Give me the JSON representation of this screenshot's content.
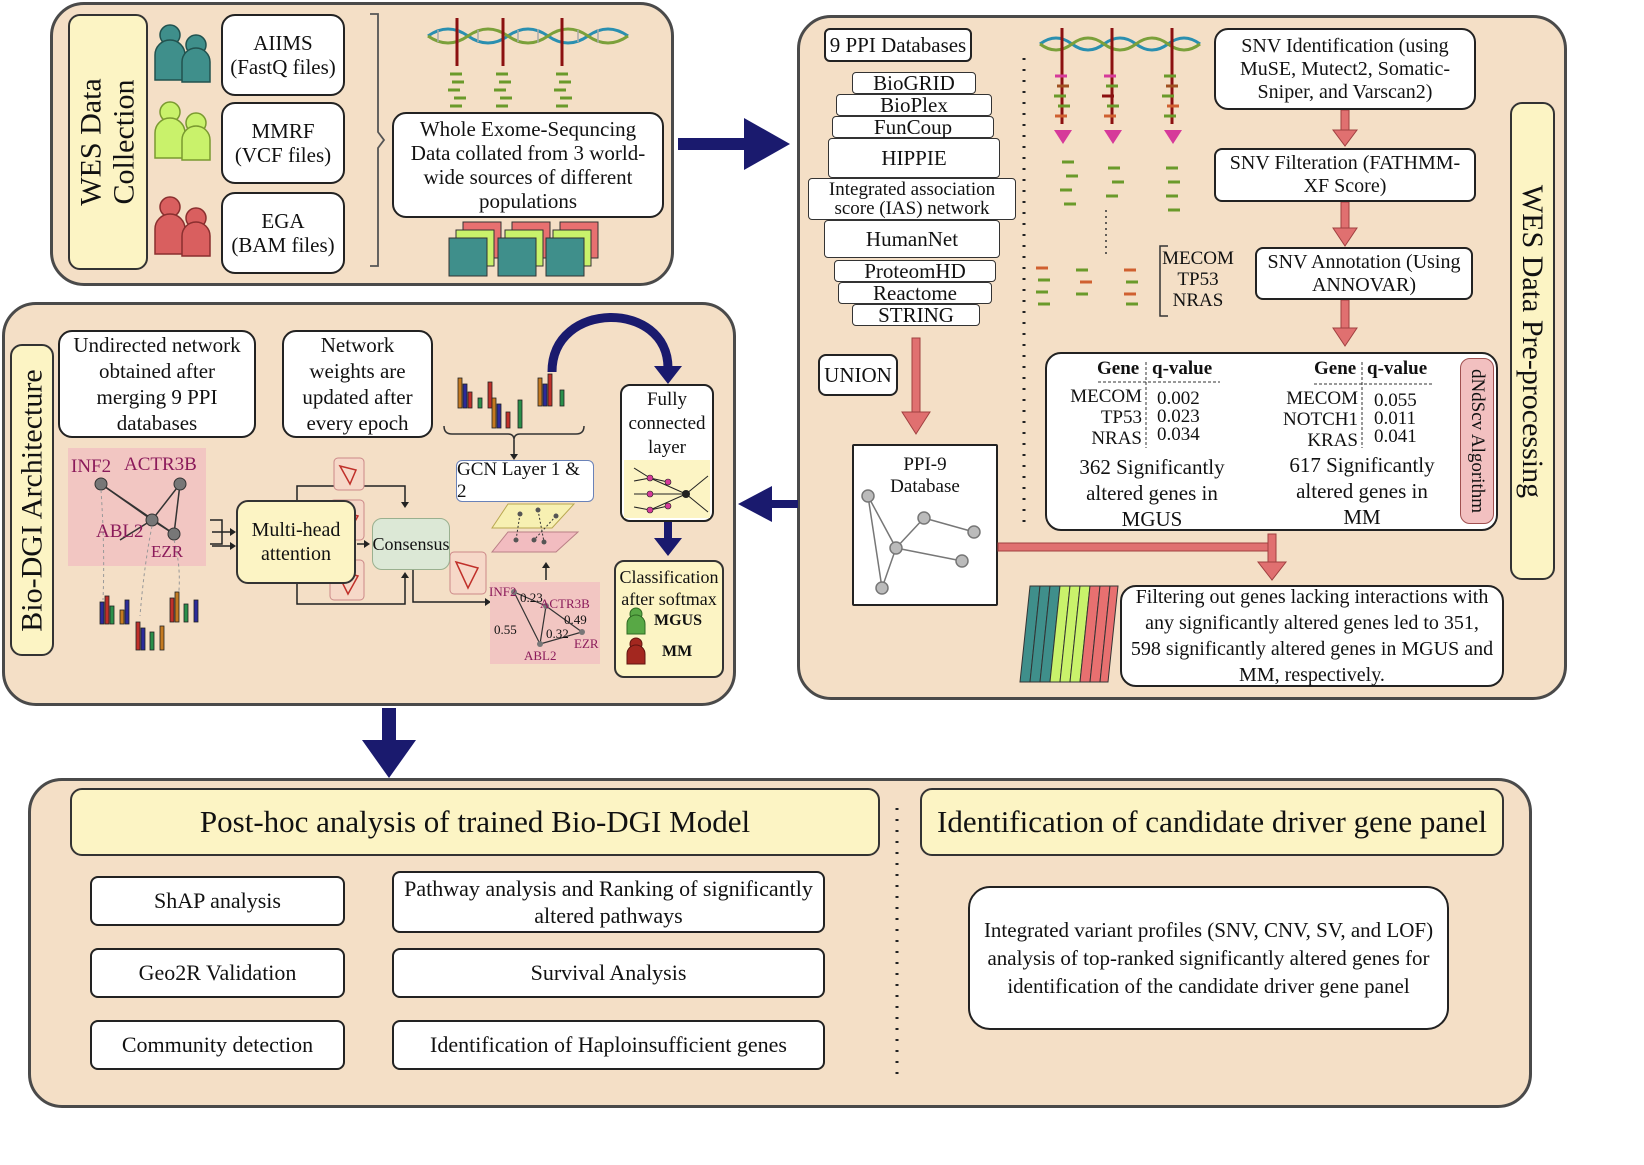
{
  "collection": {
    "title_line1": "WES Data",
    "title_line2": "Collection",
    "sources": [
      {
        "name": "AIIMS",
        "format": "(FastQ files)",
        "color": "#3f8f8b"
      },
      {
        "name": "MMRF",
        "format": "(VCF files)",
        "color": "#c9f26b"
      },
      {
        "name": "EGA",
        "format": "(BAM files)",
        "color": "#d95f5f"
      }
    ],
    "summary": "Whole Exome-Sequncing Data collated from 3 world-wide sources of different populations"
  },
  "preprocessing": {
    "title": "WES Data Pre-processing",
    "ppi_header": "9 PPI Databases",
    "ppi_list": [
      "BioGRID",
      "BioPlex",
      "FunCoup",
      "HIPPIE",
      "Integrated association score (IAS) network",
      "HumanNet",
      "ProteomHD",
      "Reactome",
      "STRING"
    ],
    "union_label": "UNION",
    "ppi9_label": "PPI-9 Database",
    "snv_steps": [
      "SNV Identification (using MuSE, Mutect2, Somatic-Sniper, and Varscan2)",
      "SNV Filteration (FATHMM-XF Score)",
      "SNV Annotation (Using ANNOVAR)"
    ],
    "example_genes": [
      "MECOM",
      "TP53",
      "NRAS"
    ],
    "tables": [
      {
        "gene_header": "Gene",
        "q_header": "q-value",
        "rows": [
          {
            "gene": "MECOM",
            "q": "0.002"
          },
          {
            "gene": "TP53",
            "q": "0.023"
          },
          {
            "gene": "NRAS",
            "q": "0.034"
          }
        ],
        "summary": "362 Significantly altered genes in MGUS"
      },
      {
        "gene_header": "Gene",
        "q_header": "q-value",
        "rows": [
          {
            "gene": "MECOM",
            "q": "0.055"
          },
          {
            "gene": "NOTCH1",
            "q": "0.011"
          },
          {
            "gene": "KRAS",
            "q": "0.041"
          }
        ],
        "summary": "617 Significantly altered genes in MM"
      }
    ],
    "algorithm_label": "dNdScv Algorithm",
    "filter_text": "Filtering out genes lacking interactions with any significantly altered genes led to 351, 598 significantly altered genes in MGUS and MM, respectively."
  },
  "architecture": {
    "title": "Bio-DGI Architecture",
    "network_note": "Undirected network obtained after merging 9 PPI databases",
    "weights_note": "Network weights are updated after every epoch",
    "graph_nodes": [
      "INF2",
      "ACTR3B",
      "ABL2",
      "EZR"
    ],
    "attention_label": "Multi-head attention",
    "consensus_label": "Consensus",
    "gcn_label": "GCN Layer 1 & 2",
    "fc_label": "Fully connected layer",
    "classification_label": "Classification after softmax",
    "classes": [
      {
        "name": "MGUS",
        "color": "#58a845"
      },
      {
        "name": "MM",
        "color": "#a3271f"
      }
    ],
    "weighted_graph": {
      "nodes": [
        "INF2",
        "ACTR3B",
        "ABL2",
        "EZR"
      ],
      "edge_weights": [
        "0.23",
        "0.49",
        "0.55",
        "0.32"
      ]
    }
  },
  "posthoc": {
    "title": "Post-hoc analysis of trained Bio-DGI Model",
    "items": [
      "ShAP analysis",
      "Pathway analysis and Ranking of significantly altered pathways",
      "Geo2R Validation",
      "Survival Analysis",
      "Community detection",
      "Identification of Haploinsufficient genes"
    ]
  },
  "driver": {
    "title": "Identification of candidate driver gene panel",
    "text": "Integrated variant profiles (SNV, CNV, SV, and LOF) analysis of top-ranked significantly altered genes for identification of the candidate driver gene panel"
  },
  "colors": {
    "panel": "#f4dfc6",
    "title_fill": "#fcf4c4",
    "arrow_navy": "#1a1a6e",
    "arrow_salmon": "#e07070"
  }
}
